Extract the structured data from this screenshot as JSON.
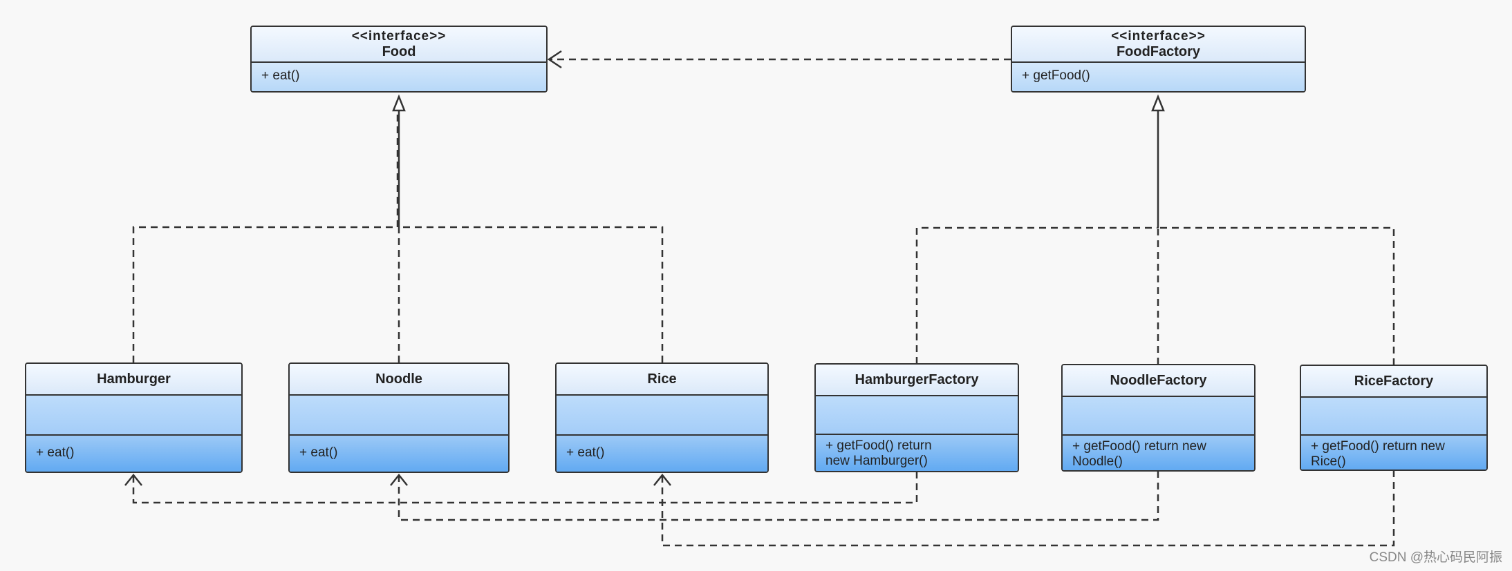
{
  "interfaces": {
    "food": {
      "stereotype": "<<interface>>",
      "name": "Food",
      "op": "+ eat()"
    },
    "food_factory": {
      "stereotype": "<<interface>>",
      "name": "FoodFactory",
      "op": "+ getFood()"
    }
  },
  "products": {
    "hamburger": {
      "name": "Hamburger",
      "op": "+ eat()"
    },
    "noodle": {
      "name": "Noodle",
      "op": "+ eat()"
    },
    "rice": {
      "name": "Rice",
      "op": "+ eat()"
    }
  },
  "factories": {
    "hamburger_factory": {
      "name": "HamburgerFactory",
      "op": "+ getFood() return\nnew Hamburger()"
    },
    "noodle_factory": {
      "name": "NoodleFactory",
      "op": "+ getFood() return new\nNoodle()"
    },
    "rice_factory": {
      "name": "RiceFactory",
      "op": "+ getFood() return new\nRice()"
    }
  },
  "watermark": "CSDN @热心码民阿振",
  "colors": {
    "line": "#333333",
    "border": "#333333",
    "fill_top": "#f4f9ff",
    "fill_bottom": "#62aaf2"
  }
}
